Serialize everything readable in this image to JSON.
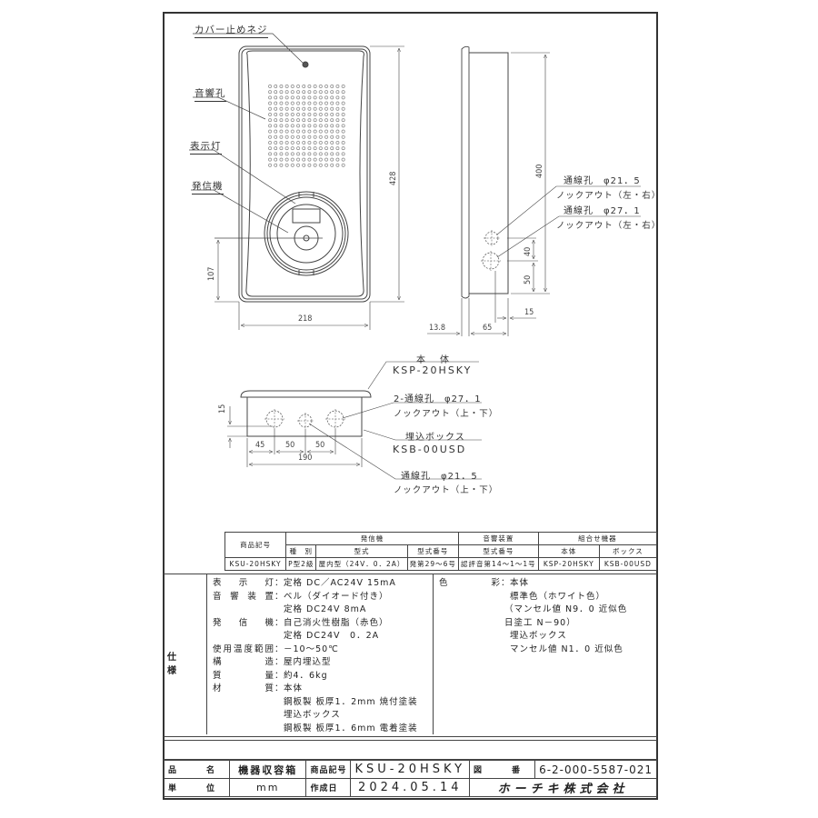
{
  "front_view": {
    "labels": {
      "cover_screw": "カバー止めネジ",
      "sound_holes": "音響孔",
      "indicator_lamp": "表示灯",
      "transmitter": "発信機"
    },
    "dimensions": {
      "height": "428",
      "width": "218",
      "transmitter_center_height": "107"
    }
  },
  "side_view": {
    "dimensions": {
      "box_height": "400",
      "knockout_spacing": "40",
      "knockout_bottom": "50",
      "knockout_inset": "15",
      "depth": "65",
      "cover_thickness": "13.8"
    },
    "knockout_small": {
      "title": "通線孔　φ21．5",
      "sub": "ノックアウト（左・右）"
    },
    "knockout_large": {
      "title": "通線孔　φ27．1",
      "sub": "ノックアウト（左・右）"
    }
  },
  "bottom_view": {
    "body": {
      "title": "本　体",
      "model": "KSP-20HSKY"
    },
    "knockout_large": {
      "title": "2-通線孔　φ27．1",
      "sub": "ノックアウト（上・下）"
    },
    "box": {
      "title": "埋込ボックス",
      "model": "KSB-00USD"
    },
    "knockout_small": {
      "title": "通線孔　φ21．5",
      "sub": "ノックアウト（上・下）"
    },
    "dimensions": {
      "hole_height": "15",
      "offset_1": "45",
      "offset_2": "50",
      "offset_3": "50",
      "total_width": "190"
    }
  },
  "product_table": {
    "headers": {
      "product_code": "商品記号",
      "transmitter": "発信機",
      "sounder": "音響装置",
      "combination": "組合せ機器",
      "type": "種　別",
      "model": "型式",
      "model_number": "型式番号",
      "sounder_model_number": "型式番号",
      "body": "本体",
      "box": "ボックス"
    },
    "row": {
      "product_code": "KSU-20HSKY",
      "type": "P型2級",
      "model": "屋内型（24V．0．2A）",
      "model_number": "発第29～6号",
      "sounder_model_number": "認評音第14～1～1号",
      "body": "KSP-20HSKY",
      "box": "KSB-00USD"
    }
  },
  "specifications": {
    "section_label": "仕　様",
    "left": [
      {
        "key": "表示灯",
        "value": "定格 DC／AC24V 15mA"
      },
      {
        "key": "音響装置",
        "value": "ベル（ダイオード付き）"
      },
      {
        "key": "",
        "value": "定格 DC24V 8mA"
      },
      {
        "key": "発信機",
        "value": "自己消火性樹脂（赤色）"
      },
      {
        "key": "",
        "value": "定格 DC24V　0．2A"
      },
      {
        "key": "使用温度範囲",
        "value": "－10～50℃"
      },
      {
        "key": "構造",
        "value": "屋内埋込型"
      },
      {
        "key": "質量",
        "value": "約4．6kg"
      },
      {
        "key": "材質",
        "value": "本体"
      },
      {
        "key": "",
        "value": "鋼板製 板厚1．2mm 焼付塗装"
      },
      {
        "key": "",
        "value": "埋込ボックス"
      },
      {
        "key": "",
        "value": "鋼板製 板厚1．6mm 電着塗装"
      }
    ],
    "right": [
      {
        "key": "色彩",
        "value": "本体"
      },
      {
        "key": "",
        "value": "標準色（ホワイト色）"
      },
      {
        "key": "",
        "value": "（マンセル値 N9．0 近似色"
      },
      {
        "key": "",
        "value": " 日塗工 N－90）"
      },
      {
        "key": "",
        "value": "埋込ボックス"
      },
      {
        "key": "",
        "value": "マンセル値 N1．0 近似色"
      }
    ]
  },
  "title_block": {
    "name_label": "品　名",
    "name_value": "機器収容箱",
    "code_label": "商品記号",
    "code_value": "KSU-20HSKY",
    "drawing_no_label": "図　番",
    "drawing_no_value": "6-2-000-5587-021",
    "unit_label": "単　位",
    "unit_value": "mm",
    "date_label": "作成日",
    "date_value": "2024.05.14",
    "company": "ホーチキ株式会社"
  }
}
